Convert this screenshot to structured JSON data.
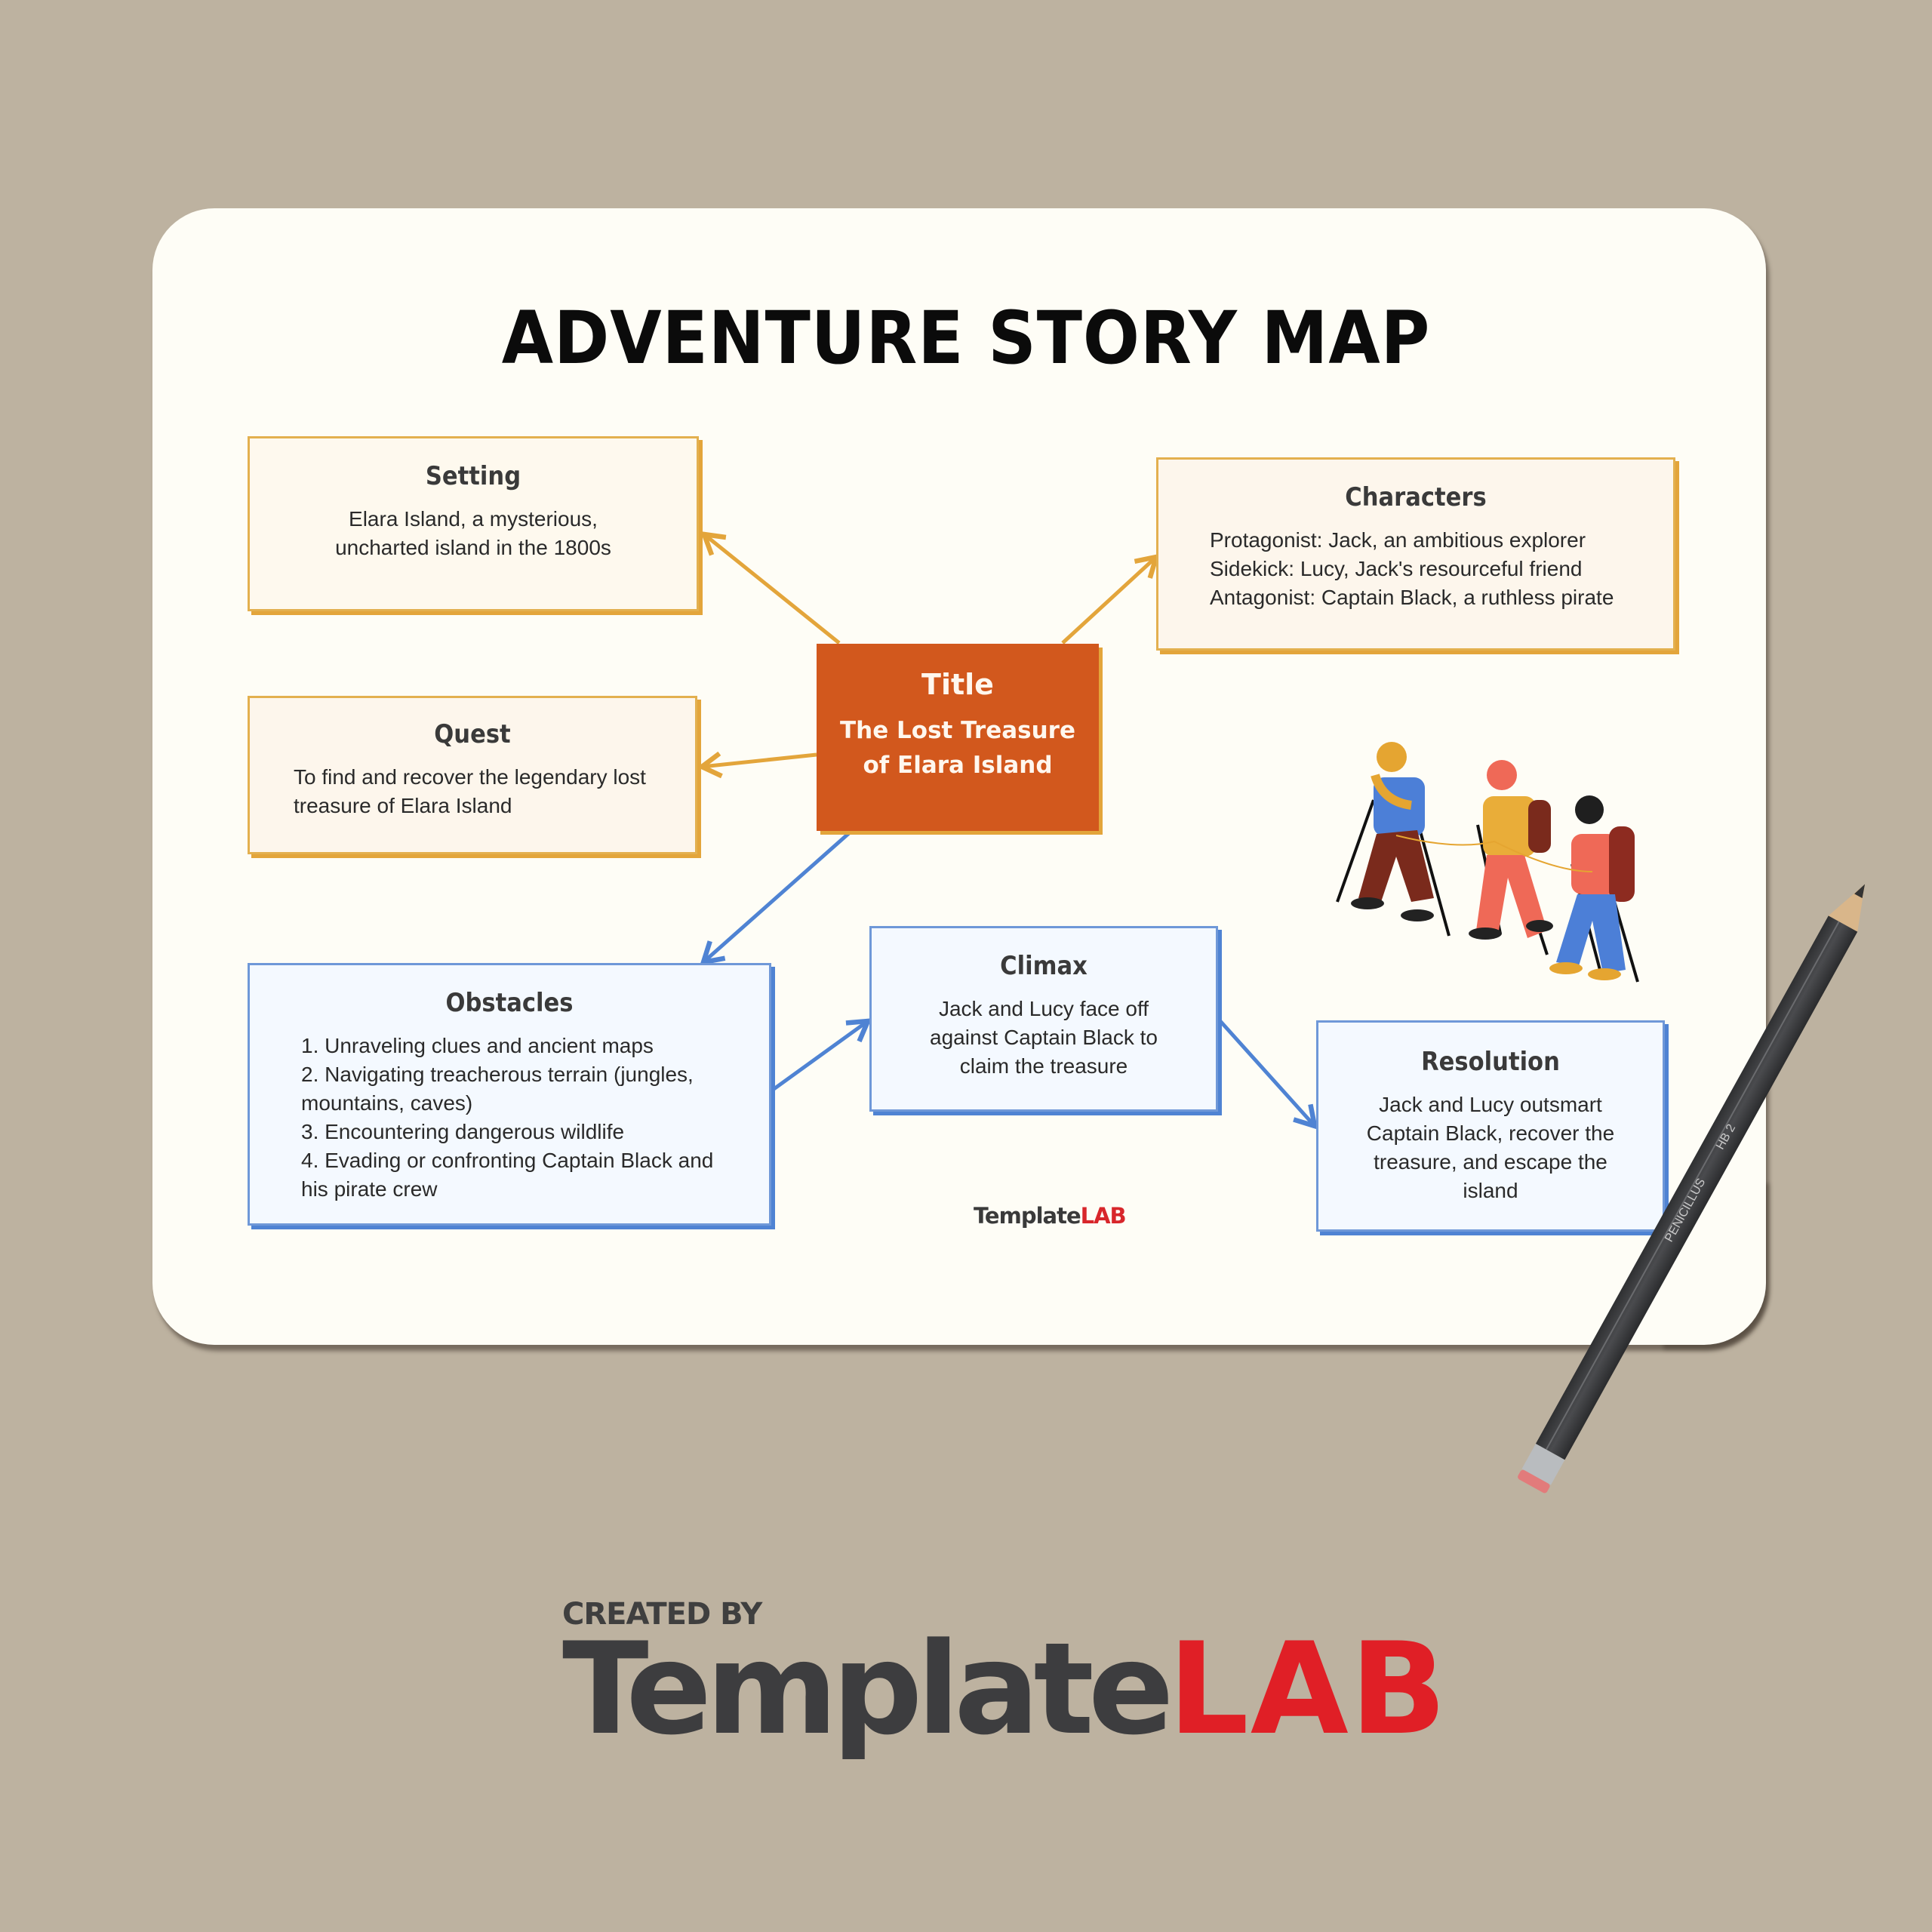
{
  "page": {
    "title": "ADVENTURE STORY MAP",
    "background_color": "#bdb2a0",
    "card_color": "#fefdf6"
  },
  "center": {
    "heading": "Title",
    "lines": [
      "The Lost Treasure",
      "of Elara Island"
    ],
    "color": "#d2581d"
  },
  "setting": {
    "heading": "Setting",
    "lines": [
      "Elara Island, a mysterious,",
      "uncharted island in the 1800s"
    ]
  },
  "characters": {
    "heading": "Characters",
    "lines": [
      "Protagonist: Jack, an ambitious explorer",
      "Sidekick: Lucy, Jack's resourceful friend",
      "Antagonist: Captain Black, a ruthless pirate"
    ]
  },
  "quest": {
    "heading": "Quest",
    "lines": [
      "To find and recover the legendary lost",
      "treasure of Elara Island"
    ]
  },
  "obstacles": {
    "heading": "Obstacles",
    "lines": [
      "1. Unraveling clues and ancient maps",
      "2. Navigating treacherous terrain (jungles,",
      "mountains, caves)",
      "3. Encountering dangerous wildlife",
      "4. Evading or confronting Captain Black and",
      "his pirate crew"
    ]
  },
  "climax": {
    "heading": "Climax",
    "lines": [
      "Jack and Lucy face off",
      "against Captain Black to",
      "claim the treasure"
    ]
  },
  "resolution": {
    "heading": "Resolution",
    "lines": [
      "Jack and Lucy outsmart",
      "Captain Black, recover the",
      "treasure, and escape the",
      "island"
    ]
  },
  "colors": {
    "orange_border": "#e3a53b",
    "blue_border": "#4f83d3",
    "logo_red": "#e01f26",
    "logo_dark": "#3d3d3f"
  },
  "illustration": {
    "name": "three-hikers-with-poles"
  },
  "pencil": {
    "brand": "PENICILLUS",
    "grade": "HB 2"
  },
  "small_logo": {
    "part1": "Template",
    "part2": "LAB"
  },
  "footer_logo": {
    "created_by": "CREATED BY",
    "part1": "Template",
    "part2": "LAB"
  }
}
